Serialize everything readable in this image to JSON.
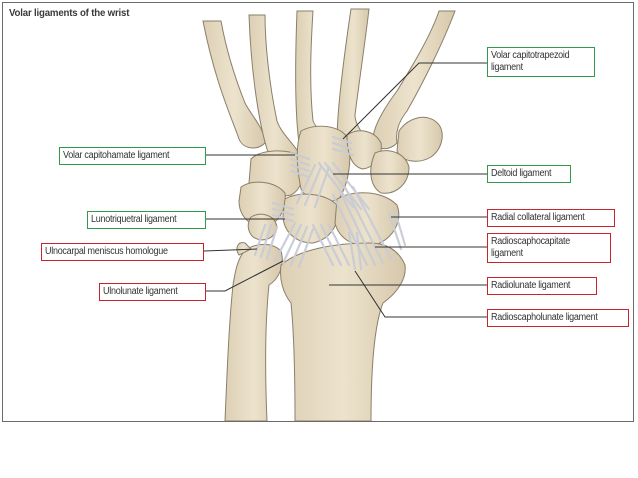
{
  "title": "Volar ligaments of the wrist",
  "labels": {
    "volar_capitotrapezoid": "Volar capitotrapezoid ligament",
    "volar_capitohamate": "Volar capitohamate ligament",
    "deltoid": "Deltoid ligament",
    "lunotriquetral": "Lunotriquetral ligament",
    "radial_collateral": "Radial collateral ligament",
    "ulnocarpal_meniscus": "Ulnocarpal meniscus homologue",
    "radioscaphocapitate": "Radioscaphocapitate ligament",
    "ulnolunate": "Ulnolunate ligament",
    "radiolunate": "Radiolunate ligament",
    "radioscapholunate": "Radioscapholunate ligament"
  },
  "colors": {
    "green_box": "#2f9a4a",
    "red_box": "#c8242c",
    "bone": "#e8dcc4",
    "bone_outline": "#8a7f6a",
    "ligament": "#c9ccd6",
    "leader": "#333333"
  }
}
